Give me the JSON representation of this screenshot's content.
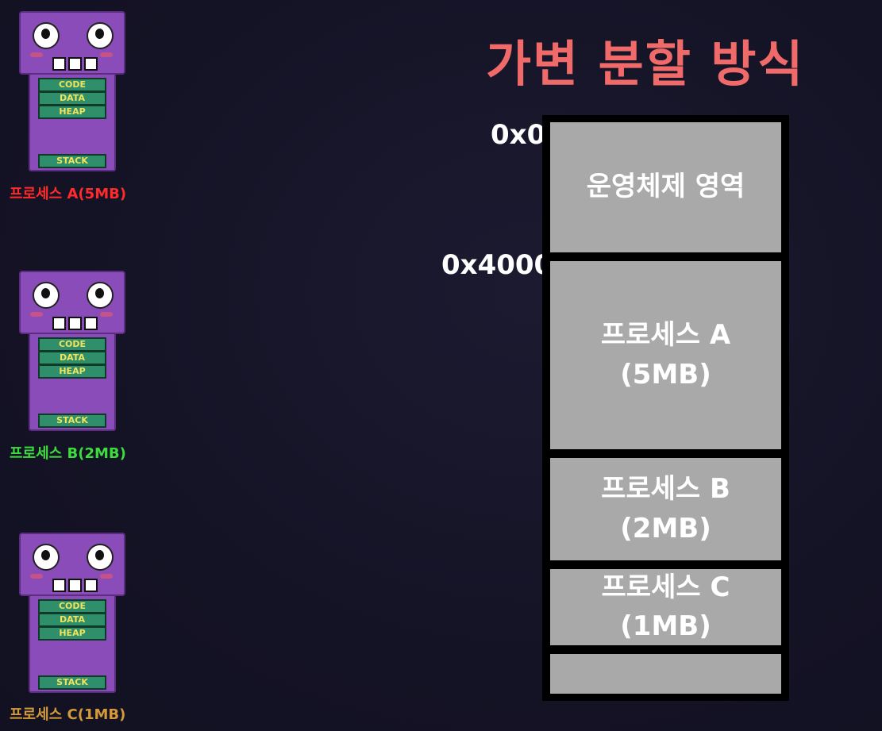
{
  "title": "가변 분할 방식",
  "processes": [
    {
      "label": "프로세스 A(5MB)",
      "color": "#ff2b2b",
      "segments": [
        "CODE",
        "DATA",
        "HEAP",
        "STACK"
      ]
    },
    {
      "label": "프로세스 B(2MB)",
      "color": "#3ddc3d",
      "segments": [
        "CODE",
        "DATA",
        "HEAP",
        "STACK"
      ]
    },
    {
      "label": "프로세스 C(1MB)",
      "color": "#d49a3a",
      "segments": [
        "CODE",
        "DATA",
        "HEAP",
        "STACK"
      ]
    }
  ],
  "memory": {
    "addresses": [
      "0x0",
      "0x4000"
    ],
    "blocks": [
      {
        "line1": "운영체제 영역",
        "line2": ""
      },
      {
        "line1": "프로세스 A",
        "line2": "(5MB)"
      },
      {
        "line1": "프로세스 B",
        "line2": "(2MB)"
      },
      {
        "line1": "프로세스 C",
        "line2": "(1MB)"
      },
      {
        "line1": "",
        "line2": ""
      }
    ]
  }
}
